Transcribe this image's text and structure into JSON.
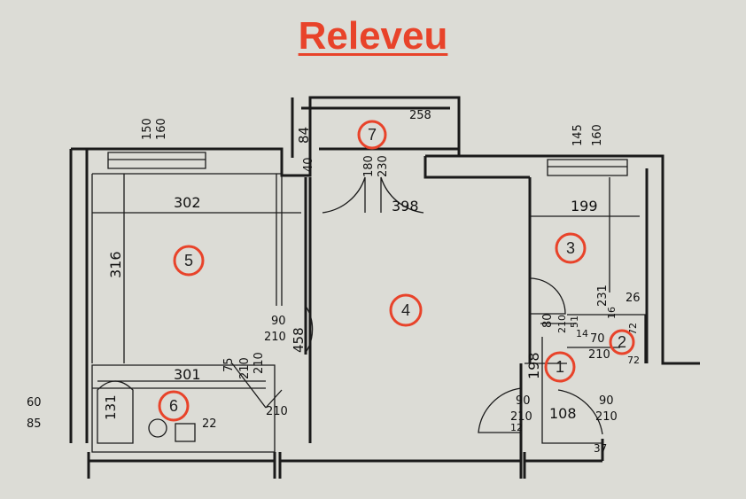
{
  "title": "Releveu",
  "accent_color": "#e8432a",
  "rooms": [
    "1",
    "2",
    "3",
    "4",
    "5",
    "6",
    "7"
  ],
  "dims": {
    "d150": "150",
    "d160a": "160",
    "d145": "145",
    "d160b": "160",
    "d84": "84",
    "d40": "40",
    "d258": "258",
    "d180": "180",
    "d230": "230",
    "d302": "302",
    "d398": "398",
    "d199": "199",
    "d316": "316",
    "d458": "458",
    "d90a": "90",
    "d210a": "210",
    "d301": "301",
    "d75": "75",
    "d210b": "210",
    "d210c": "210",
    "d210d": "210",
    "d131": "131",
    "d22": "22",
    "d60": "60",
    "d85": "85",
    "d231": "231",
    "d26": "26",
    "d16": "16",
    "d80": "80",
    "d210e": "210",
    "d51": "51",
    "d14": "14",
    "d70": "70",
    "d72a": "72",
    "d210f": "210",
    "d72b": "72",
    "d198": "198",
    "d90b": "90",
    "d210g": "210",
    "d108": "108",
    "d12": "12",
    "d90c": "90",
    "d210h": "210",
    "d37": "37"
  }
}
